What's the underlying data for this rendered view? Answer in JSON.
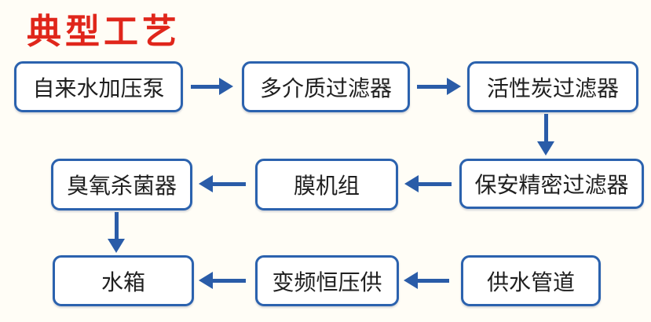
{
  "page": {
    "title": "典型工艺",
    "background_color": "#FFFDF6",
    "title_color": "#E0261B",
    "box_fill_color": "#FFFFFF",
    "box_border_color": "#2B62AE",
    "box_text_color": "#1F1F1F",
    "arrow_color": "#2A5CA8"
  },
  "flowchart": {
    "nodes": [
      {
        "id": "tap-water-booster-pump",
        "label": "自来水加压泵"
      },
      {
        "id": "multimedia-filter",
        "label": "多介质过滤器"
      },
      {
        "id": "activated-carbon-filter",
        "label": "活性炭过滤器"
      },
      {
        "id": "ozone-sterilizer",
        "label": "臭氧杀菌器"
      },
      {
        "id": "membrane-unit",
        "label": "膜机组"
      },
      {
        "id": "security-precision-filter",
        "label": "保安精密过滤器"
      },
      {
        "id": "water-tank",
        "label": "水箱"
      },
      {
        "id": "vfd-constant-pressure-supply",
        "label": "变频恒压供"
      },
      {
        "id": "water-supply-pipeline",
        "label": "供水管道"
      }
    ],
    "connections": [
      {
        "from": "tap-water-booster-pump",
        "to": "multimedia-filter",
        "direction": "right"
      },
      {
        "from": "multimedia-filter",
        "to": "activated-carbon-filter",
        "direction": "right"
      },
      {
        "from": "activated-carbon-filter",
        "to": "security-precision-filter",
        "direction": "down"
      },
      {
        "from": "security-precision-filter",
        "to": "membrane-unit",
        "direction": "left"
      },
      {
        "from": "membrane-unit",
        "to": "ozone-sterilizer",
        "direction": "left"
      },
      {
        "from": "ozone-sterilizer",
        "to": "water-tank",
        "direction": "down"
      },
      {
        "from": "water-supply-pipeline",
        "to": "vfd-constant-pressure-supply",
        "direction": "left"
      },
      {
        "from": "vfd-constant-pressure-supply",
        "to": "water-tank",
        "direction": "left"
      }
    ]
  }
}
